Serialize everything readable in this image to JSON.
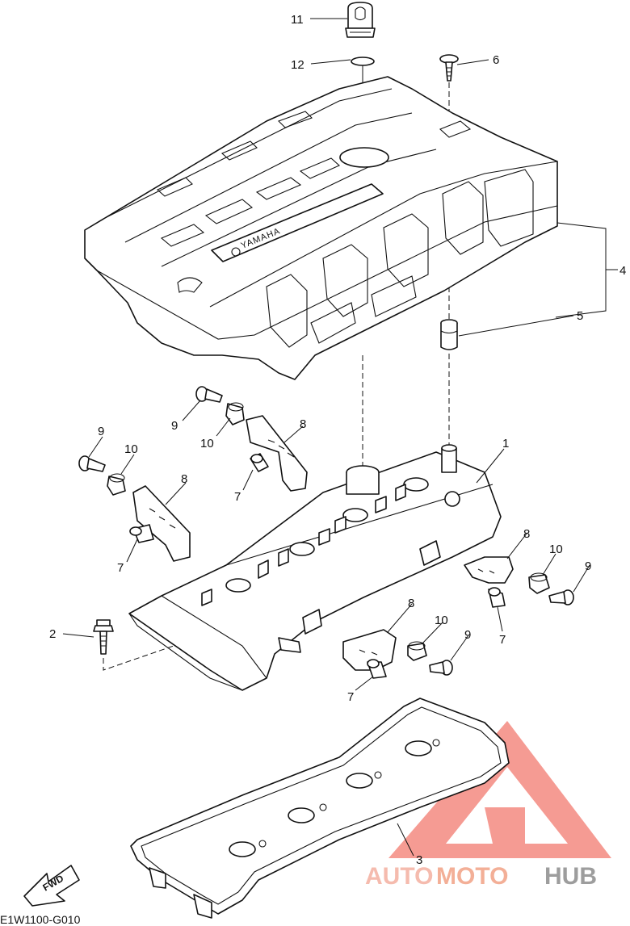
{
  "callouts": {
    "n1": "1",
    "n2": "2",
    "n3": "3",
    "n4": "4",
    "n5": "5",
    "n6": "6",
    "n7a": "7",
    "n7b": "7",
    "n7c": "7",
    "n7d": "7",
    "n8a": "8",
    "n8b": "8",
    "n8c": "8",
    "n8d": "8",
    "n9a": "9",
    "n9b": "9",
    "n9c": "9",
    "n9d": "9",
    "n10a": "10",
    "n10b": "10",
    "n10c": "10",
    "n10d": "10",
    "n11": "11",
    "n12": "12"
  },
  "cover_plate_text": "YAMAHA",
  "fwd_label": "FWD",
  "diagram_code": "E1W1100-G010",
  "watermark": {
    "part1": "AUTO",
    "part2": "MOTO",
    "part3": "HUB"
  },
  "colors": {
    "line": "#111111",
    "watermark_red": "#ee4b3b",
    "watermark_grey": "#8c8c8c"
  }
}
